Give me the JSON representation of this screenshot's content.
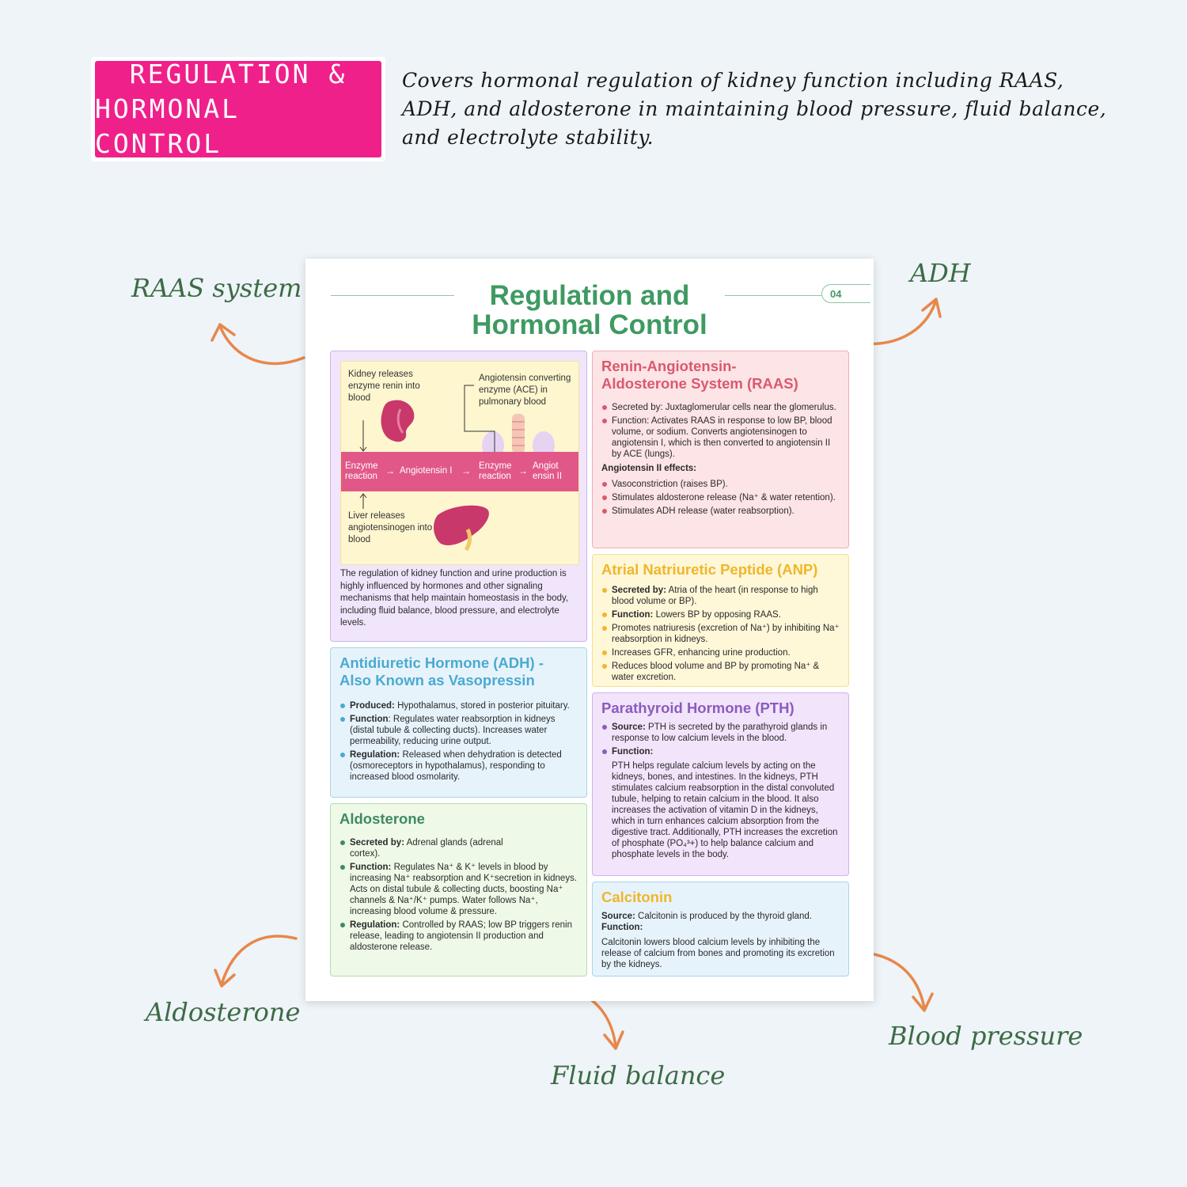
{
  "badge": {
    "line1": "REGULATION &",
    "line2": "HORMONAL CONTROL"
  },
  "intro": "Covers hormonal regulation of kidney function including RAAS, ADH, and aldosterone in maintaining blood pressure, fluid balance, and electrolyte stability.",
  "callouts": {
    "raas": "RAAS system",
    "adh": "ADH",
    "aldosterone": "Aldosterone",
    "fluid": "Fluid balance",
    "bp": "Blood pressure"
  },
  "page": {
    "title_line1": "Regulation and",
    "title_line2": "Hormonal Control",
    "page_number": "04"
  },
  "diagram": {
    "kidney_text": "Kidney releases enzyme renin into blood",
    "ace_text": "Angiotensin converting enzyme (ACE) in pulmonary blood",
    "band1": "Enzyme reaction",
    "band2": "Angiotensin I",
    "band3": "Enzyme reaction",
    "band4": "Angiot ensin II",
    "liver_text": "Liver releases angiotensinogen into blood",
    "arrow": "→",
    "colors": {
      "band": "#e15888",
      "organ": "#c9386a",
      "panel": "#fdf6cf"
    }
  },
  "intro_box": {
    "text": "The regulation of kidney function and urine production is highly influenced by hormones and other signaling mechanisms that help maintain homeostasis in the body, including fluid balance, blood pressure, and electrolyte levels."
  },
  "adh": {
    "title": "Antidiuretic Hormone (ADH) - Also Known as Vasopressin",
    "items": [
      {
        "label": "Produced:",
        "text": " Hypothalamus, stored in posterior pituitary."
      },
      {
        "label": "Function",
        "text": ": Regulates water reabsorption in kidneys (distal tubule & collecting ducts). Increases water permeability, reducing urine output."
      },
      {
        "label": "Regulation:",
        "text": " Released when dehydration is detected (osmoreceptors in hypothalamus), responding to increased blood osmolarity."
      }
    ]
  },
  "aldo": {
    "title": "Aldosterone",
    "items": [
      {
        "label": "Secreted by:",
        "text": " Adrenal glands (adrenal cortex)."
      },
      {
        "label": "Function:",
        "text": " Regulates Na⁺ & K⁺ levels in blood by increasing Na⁺ reabsorption and K⁺secretion in kidneys. Acts on distal tubule & collecting ducts, boosting Na⁺ channels & Na⁺/K⁺ pumps. Water follows Na⁺, increasing blood volume & pressure."
      },
      {
        "label": "Regulation:",
        "text": " Controlled by RAAS; low BP triggers renin release, leading to angiotensin II production and aldosterone release."
      }
    ]
  },
  "raas": {
    "title": "Renin-Angiotensin-Aldosterone System (RAAS)",
    "items": [
      {
        "text": "Secreted by: Juxtaglomerular cells near the glomerulus."
      },
      {
        "text": "Function: Activates RAAS in response to low BP, blood volume, or sodium. Converts angiotensinogen to angiotensin I, which is then converted to angiotensin II by ACE (lungs)."
      }
    ],
    "sub_heading": "Angiotensin II effects:",
    "effects": [
      {
        "text": "Vasoconstriction (raises BP)."
      },
      {
        "text": "Stimulates aldosterone release (Na⁺ & water retention)."
      },
      {
        "text": "Stimulates ADH release (water reabsorption)."
      }
    ]
  },
  "anp": {
    "title": "Atrial Natriuretic Peptide (ANP)",
    "items": [
      {
        "label": "Secreted by:",
        "text": " Atria of the heart (in response to high blood volume or BP)."
      },
      {
        "label": "Function:",
        "text": " Lowers BP by opposing RAAS."
      },
      {
        "label": "",
        "text": "Promotes natriuresis (excretion of Na⁺) by inhibiting Na⁺ reabsorption in kidneys."
      },
      {
        "label": "",
        "text": "Increases GFR, enhancing urine production."
      },
      {
        "label": "",
        "text": "Reduces blood volume and BP by promoting Na⁺ & water excretion."
      }
    ]
  },
  "pth": {
    "title": "Parathyroid Hormone (PTH)",
    "items": [
      {
        "label": "Source:",
        "text": " PTH is secreted by the parathyroid glands in response to low calcium levels in the blood."
      },
      {
        "label": "Function:",
        "text": ""
      }
    ],
    "detail": "PTH helps regulate calcium levels by acting on the kidneys, bones, and intestines. In the kidneys, PTH stimulates calcium reabsorption in the distal convoluted tubule, helping to retain calcium in the blood. It also increases the activation of vitamin D in the kidneys, which in turn enhances calcium absorption from the digestive tract. Additionally, PTH increases the excretion of phosphate (PO₄³+) to help balance calcium and phosphate levels in the body."
  },
  "calcitonin": {
    "title": "Calcitonin",
    "source_label": "Source:",
    "source_text": " Calcitonin is produced by the thyroid gland.",
    "function_label": "Function:",
    "detail": "Calcitonin lowers blood calcium levels by inhibiting the release of calcium from bones and promoting its excretion by the kidneys."
  },
  "colors": {
    "badge": "#f0208a",
    "callout": "#3d6b46",
    "arrow": "#e8874a",
    "title": "#3f9a62",
    "raas": "#d9596e",
    "anp": "#f0b62a",
    "pth": "#8a5cbf",
    "adh": "#4aaad0",
    "aldo": "#3f8a60",
    "calcitonin": "#f0b62a"
  }
}
